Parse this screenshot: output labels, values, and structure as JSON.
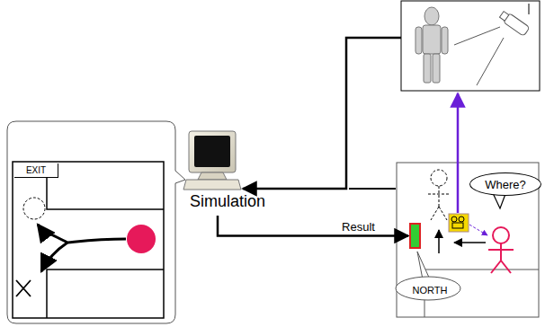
{
  "diagram": {
    "nodes": [
      {
        "text": [
          "EXIT"
        ]
      },
      {
        "text": [
          "Simulation"
        ]
      },
      {
        "text": [
          "Where?"
        ]
      },
      {
        "text": [
          "NORTH"
        ]
      }
    ],
    "edges": [
      {
        "from": 1,
        "to": 3,
        "label": "Result",
        "arrow": "to"
      }
    ]
  }
}
